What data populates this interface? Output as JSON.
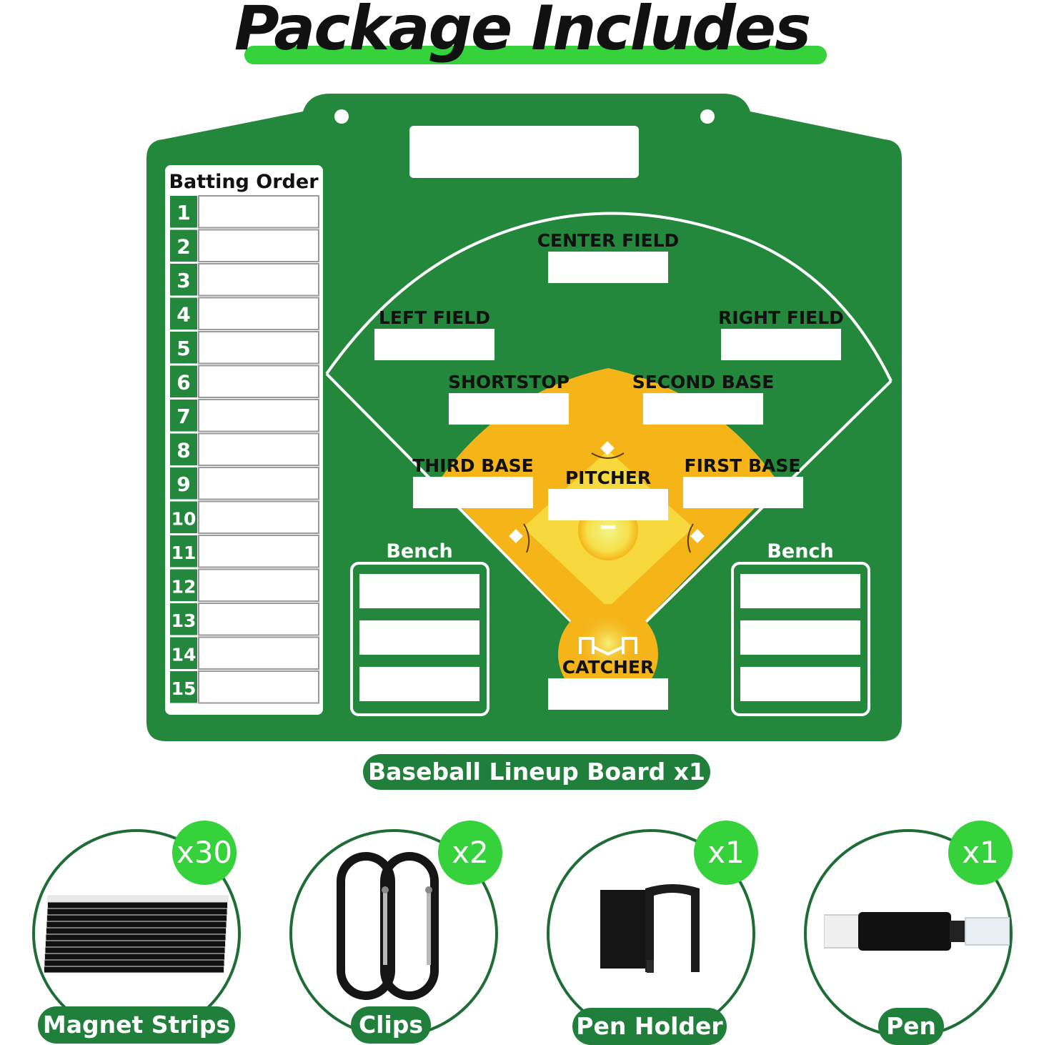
{
  "title": "Package Includes",
  "board": {
    "batting_order_title": "Batting Order",
    "batting_numbers": [
      "1",
      "2",
      "3",
      "4",
      "5",
      "6",
      "7",
      "8",
      "9",
      "10",
      "11",
      "12",
      "13",
      "14",
      "15"
    ],
    "positions": {
      "center_field": "CENTER FIELD",
      "left_field": "LEFT FIELD",
      "right_field": "RIGHT FIELD",
      "shortstop": "SHORTSTOP",
      "second_base": "SECOND BASE",
      "third_base": "THIRD BASE",
      "pitcher": "PITCHER",
      "first_base": "FIRST BASE",
      "catcher": "CATCHER"
    },
    "bench_left": "Bench",
    "bench_right": "Bench",
    "caption": "Baseball Lineup Board x1"
  },
  "items": [
    {
      "label": "Magnet Strips",
      "count": "x30",
      "icon": "magnet-strips-icon"
    },
    {
      "label": "Clips",
      "count": "x2",
      "icon": "carabiner-clips-icon"
    },
    {
      "label": "Pen Holder",
      "count": "x1",
      "icon": "pen-holder-icon"
    },
    {
      "label": "Pen",
      "count": "x1",
      "icon": "pen-icon"
    }
  ],
  "colors": {
    "board_green": "#23883c",
    "infield_orange": "#f5b418",
    "accent_green": "#35d23c",
    "dark_green": "#1f7f3b"
  }
}
